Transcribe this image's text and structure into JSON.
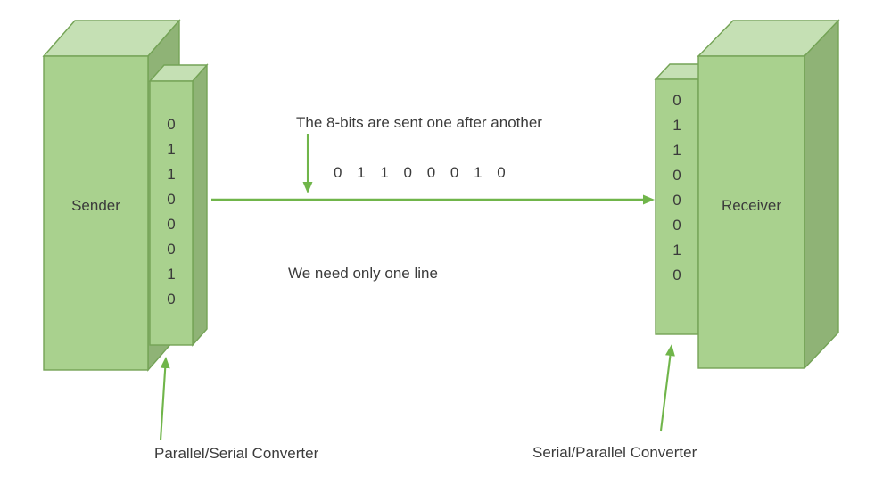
{
  "diagram": {
    "bits_note": "The 8-bits are sent one after another",
    "one_line_note": "We need only one line",
    "serial_bits": [
      "0",
      "1",
      "1",
      "0",
      "0",
      "0",
      "1",
      "0"
    ],
    "sender": {
      "label": "Sender",
      "bits": [
        "0",
        "1",
        "1",
        "0",
        "0",
        "0",
        "1",
        "0"
      ],
      "converter_label": "Parallel/Serial Converter"
    },
    "receiver": {
      "label": "Receiver",
      "bits": [
        "0",
        "1",
        "1",
        "0",
        "0",
        "0",
        "1",
        "0"
      ],
      "converter_label": "Serial/Parallel Converter"
    },
    "colors": {
      "box_front": "#a9d18e",
      "box_top": "#c5e0b4",
      "box_side": "#8fb376",
      "box_outline": "#74a356",
      "arrow": "#70b54a",
      "text": "#3b3b3b",
      "background": "#ffffff"
    }
  }
}
